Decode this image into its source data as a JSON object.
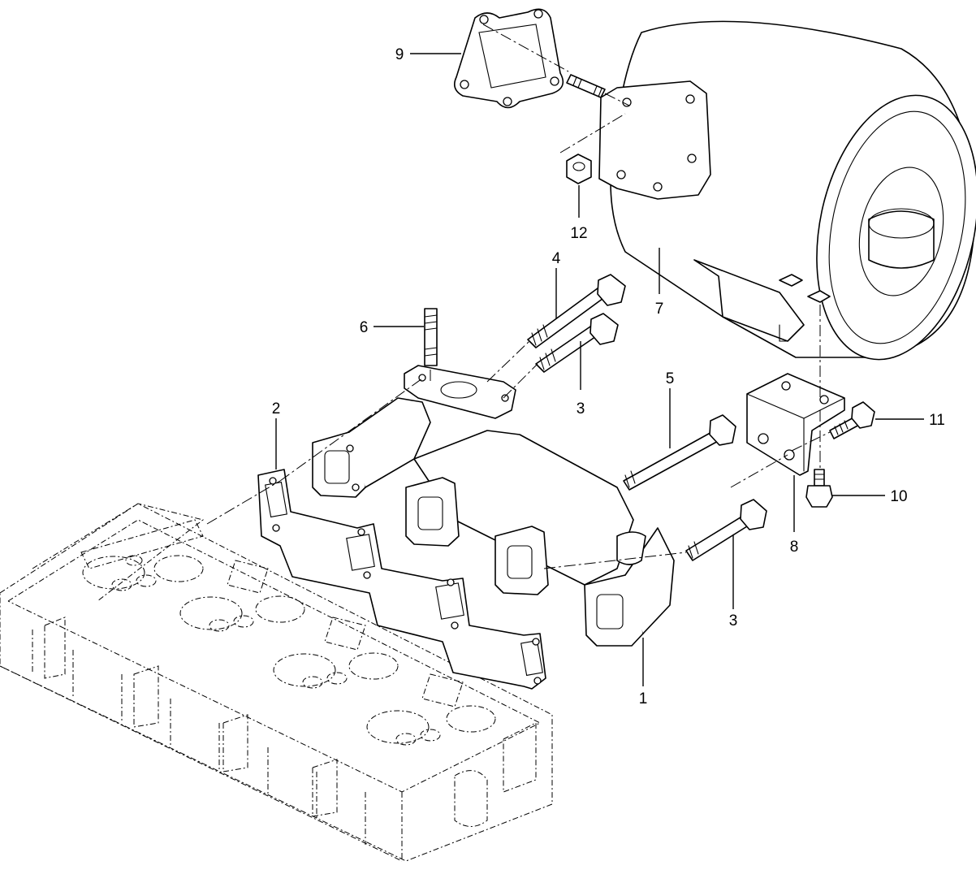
{
  "callouts": [
    {
      "id": "c1",
      "label": "1"
    },
    {
      "id": "c2",
      "label": "2"
    },
    {
      "id": "c3a",
      "label": "3"
    },
    {
      "id": "c3b",
      "label": "3"
    },
    {
      "id": "c4",
      "label": "4"
    },
    {
      "id": "c5",
      "label": "5"
    },
    {
      "id": "c6",
      "label": "6"
    },
    {
      "id": "c7",
      "label": "7"
    },
    {
      "id": "c8",
      "label": "8"
    },
    {
      "id": "c9",
      "label": "9"
    },
    {
      "id": "c10",
      "label": "10"
    },
    {
      "id": "c11",
      "label": "11"
    },
    {
      "id": "c12",
      "label": "12"
    }
  ]
}
